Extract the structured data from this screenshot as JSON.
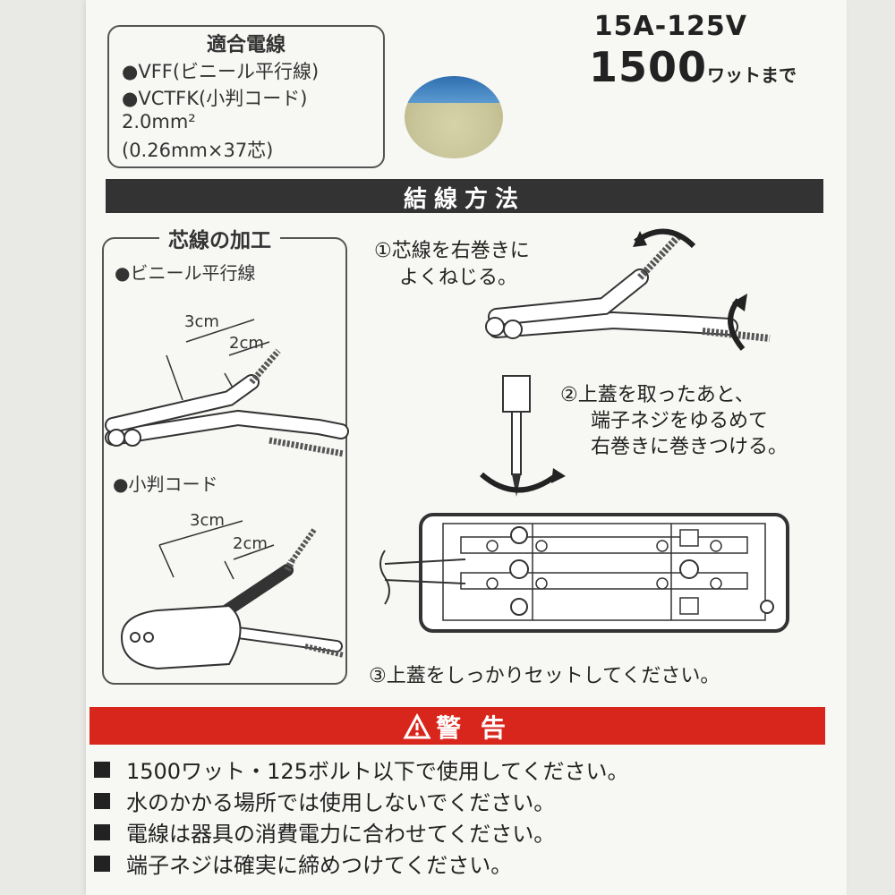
{
  "spec": {
    "title": "適合電線",
    "lines": [
      "●VFF(ビニール平行線)",
      "●VCTFK(小判コード)",
      "2.0mm²",
      "(0.26mm×37芯)"
    ]
  },
  "rating": {
    "amp_volt": "15A-125V",
    "watts_number": "1500",
    "watts_suffix": "ワットまで"
  },
  "section_title": "結線方法",
  "core_processing": {
    "title": "芯線の加工",
    "wire_type_1": "●ビニール平行線",
    "wire_type_2": "●小判コード",
    "dim_3cm": "3cm",
    "dim_2cm": "2cm"
  },
  "steps": {
    "step1_line1": "①芯線を右巻きに",
    "step1_line2": "よくねじる。",
    "step2_line1": "②上蓋を取ったあと、",
    "step2_line2": "端子ネジをゆるめて",
    "step2_line3": "右巻きに巻きつける。",
    "step3": "③上蓋をしっかりセットしてください。"
  },
  "warning": {
    "title": "警 告",
    "items": [
      "1500ワット・125ボルト以下で使用してください。",
      "水のかかる場所では使用しないでください。",
      "電線は器具の消費電力に合わせてください。",
      "端子ネジは確実に締めつけてください。"
    ]
  },
  "colors": {
    "warning_red": "#d9261c",
    "header_dark": "#333333",
    "hole_blue": "#2f6fb0"
  }
}
